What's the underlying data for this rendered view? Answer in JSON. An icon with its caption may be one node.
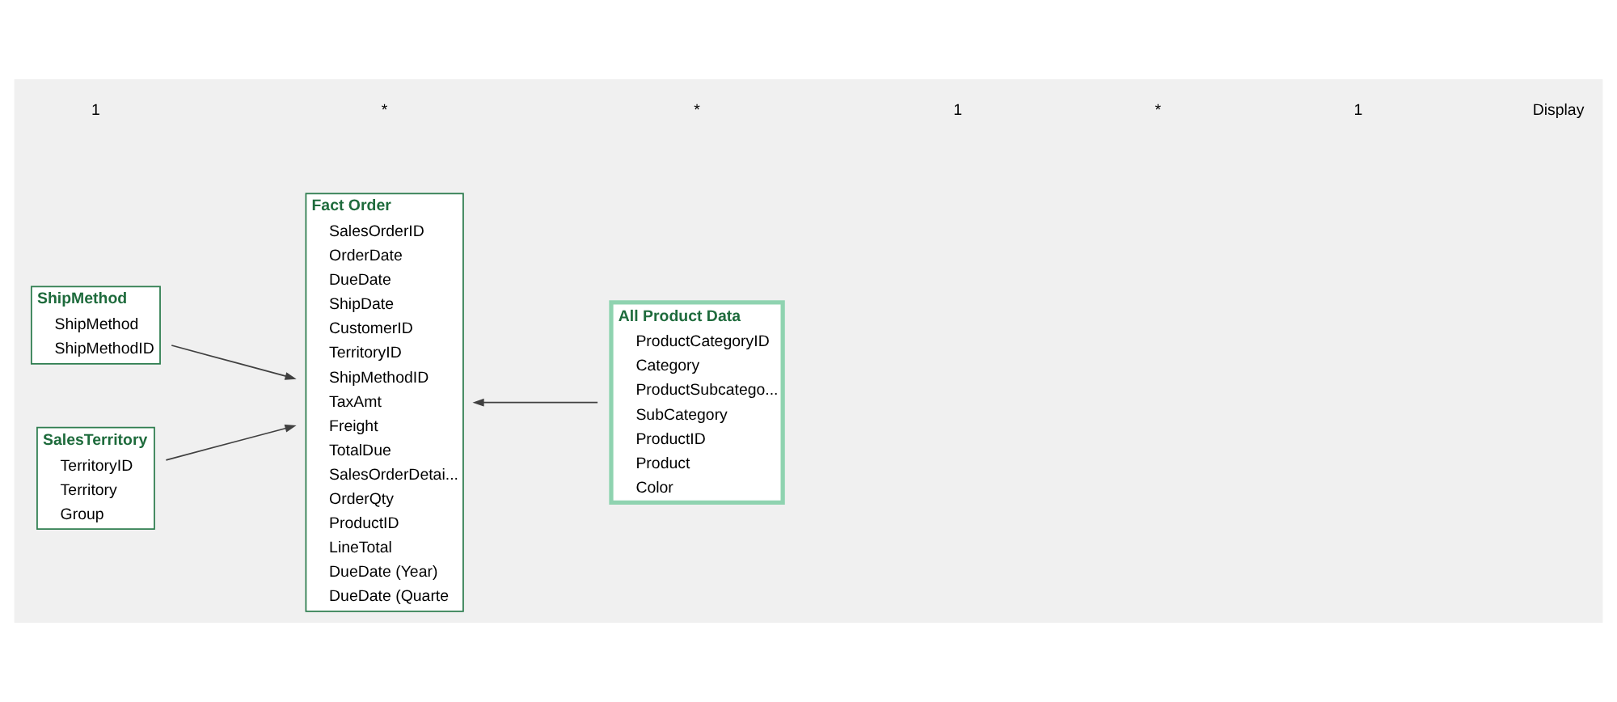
{
  "diagram": {
    "nodes": [
      {
        "text": [
          "ShipMethod",
          "ShipMethod",
          "ShipMethodID"
        ]
      },
      {
        "text": [
          "Fact Order",
          "SalesOrderID",
          "OrderDate",
          "DueDate",
          "ShipDate",
          "CustomerID",
          "TerritoryID",
          "ShipMethodID",
          "TaxAmt",
          "Freight",
          "TotalDue",
          "SalesOrderDetai...",
          "OrderQty",
          "ProductID",
          "LineTotal",
          "DueDate (Year)",
          "DueDate (Quarte"
        ]
      },
      {
        "text": [
          "All Product Data",
          "ProductCategoryID",
          "Category",
          "ProductSubcatego...",
          "SubCategory",
          "ProductID",
          "Product",
          "Color"
        ]
      },
      {
        "text": [
          "SalesTerritory",
          "TerritoryID",
          "Territory",
          "Group"
        ]
      }
    ],
    "edges": [
      {
        "from": 0,
        "to": 1,
        "arrow": "to"
      },
      {
        "from": 3,
        "to": 1,
        "arrow": "to"
      },
      {
        "from": 2,
        "to": 1,
        "arrow": "to"
      }
    ],
    "labels": [
      "1",
      "*",
      "*",
      "1",
      "*",
      "1",
      "Display"
    ]
  }
}
